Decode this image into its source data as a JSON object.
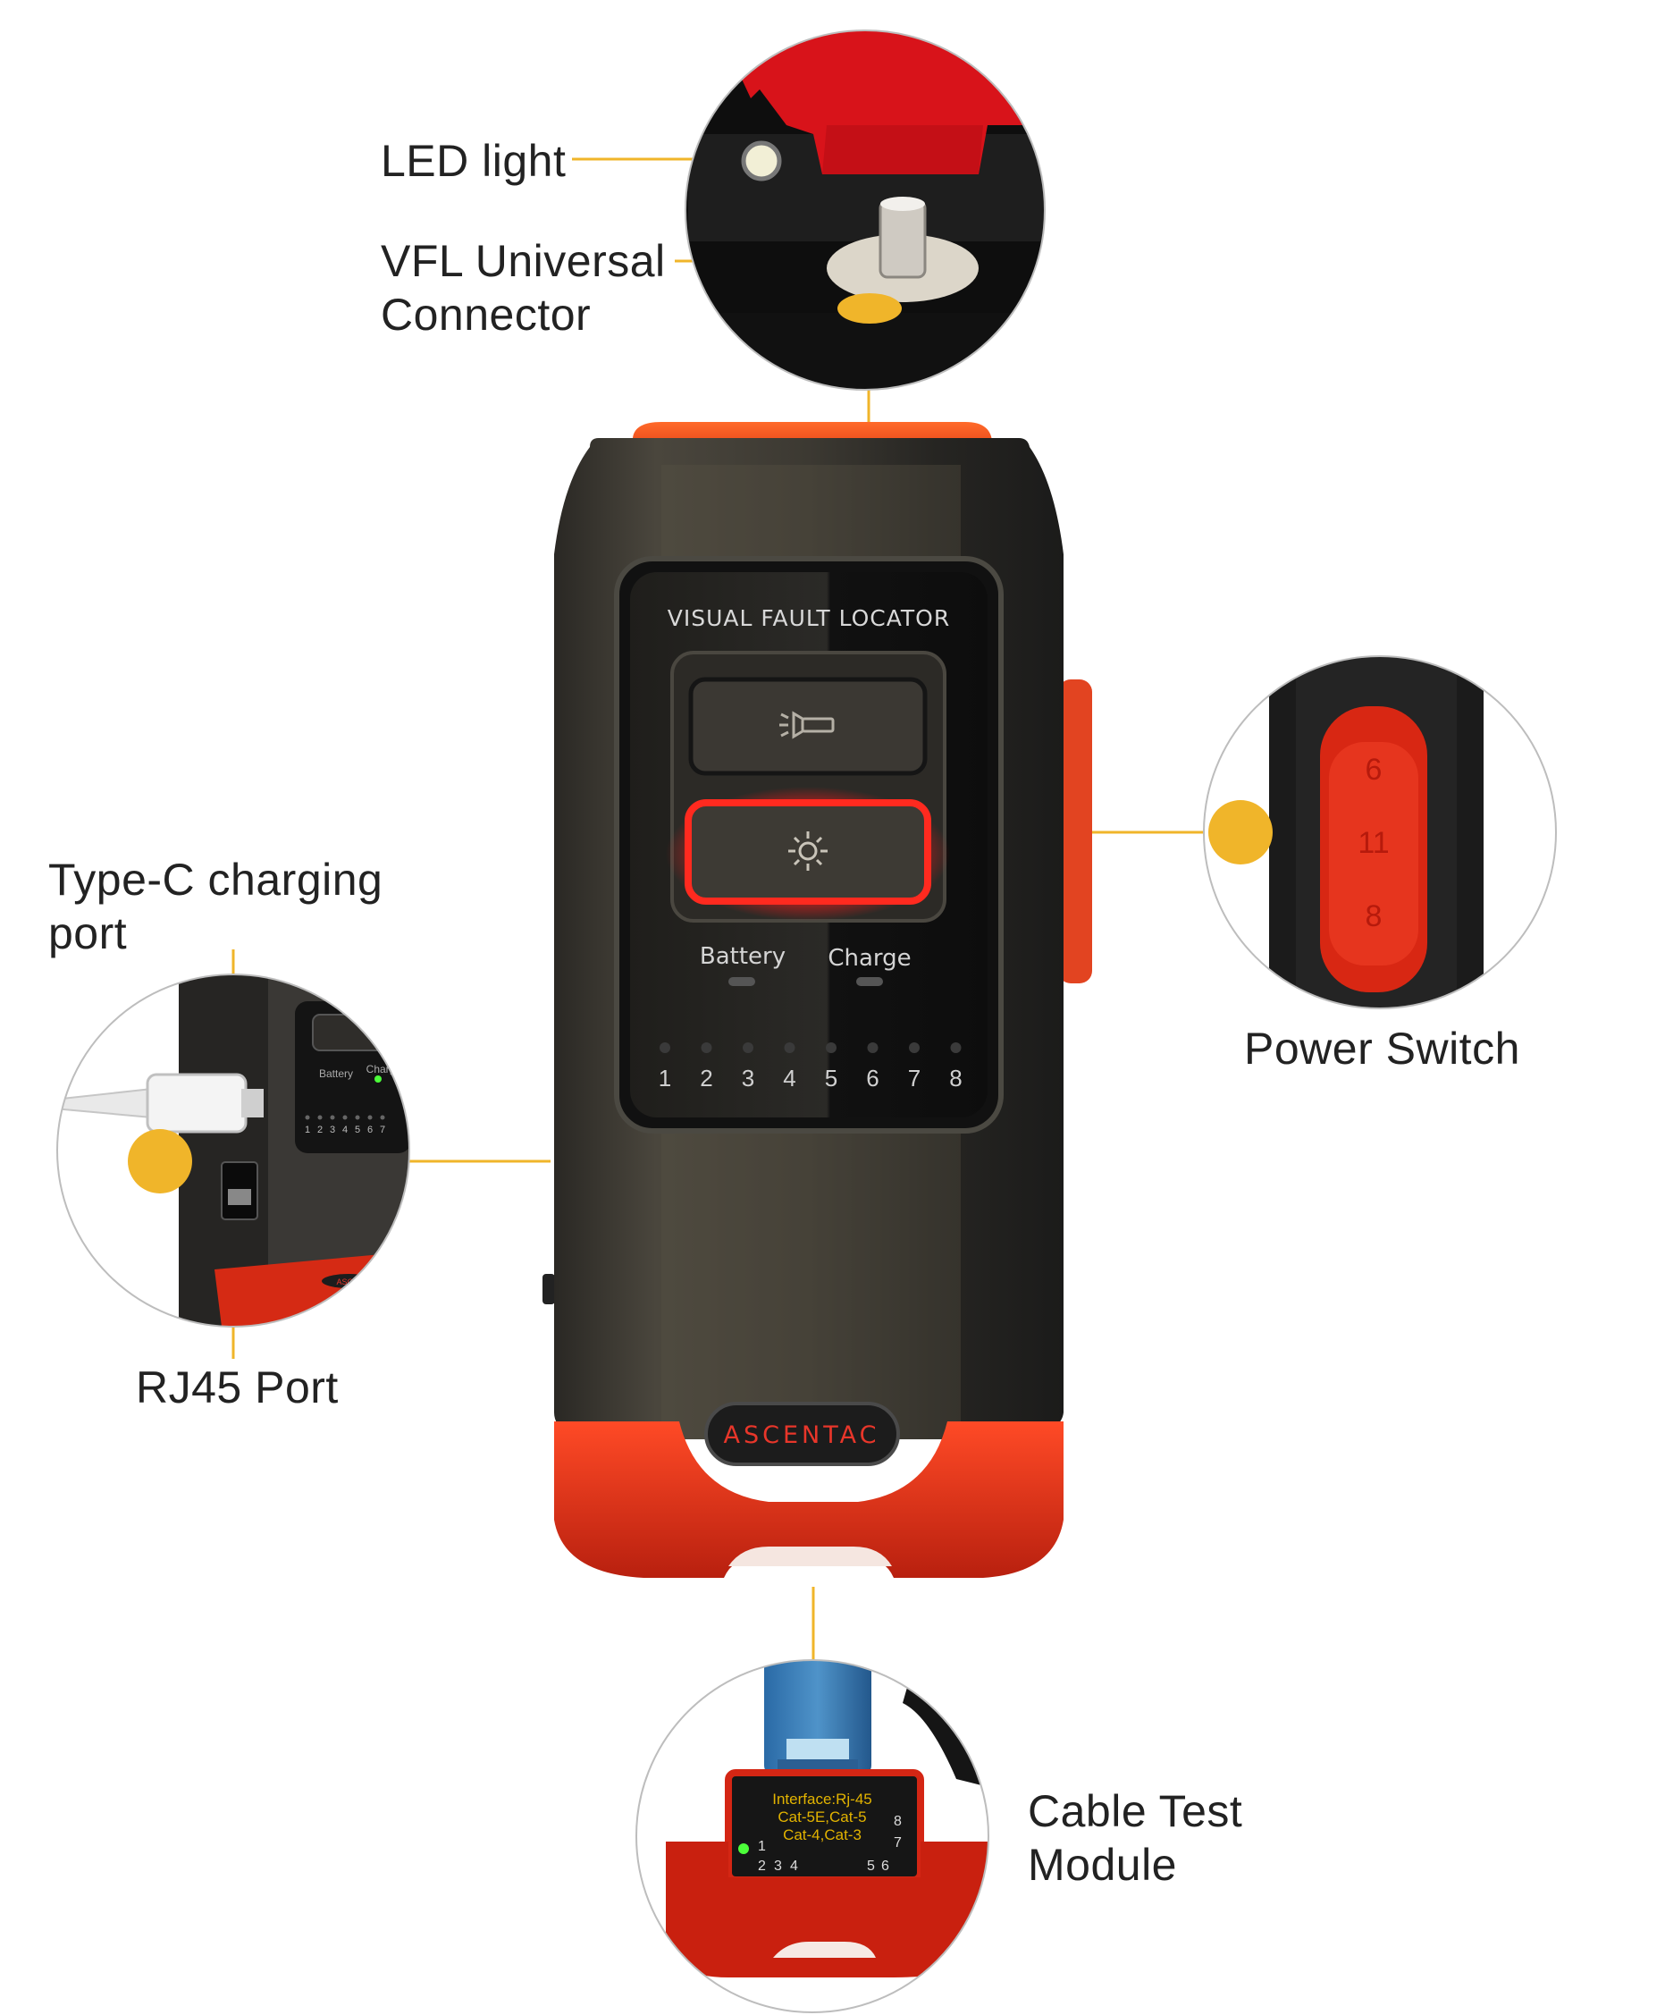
{
  "callouts": {
    "led_light": "LED light",
    "vfl_connector_line1": "VFL Universal",
    "vfl_connector_line2": "Connector",
    "type_c_line1": "Type-C charging",
    "type_c_line2": "port",
    "rj45": "RJ45 Port",
    "power_switch": "Power Switch",
    "cable_test_line1": "Cable Test",
    "cable_test_line2": "Module"
  },
  "device": {
    "panel_title": "VISUAL FAULT LOCATOR",
    "battery_label": "Battery",
    "charge_label": "Charge",
    "port_numbers": [
      "1",
      "2",
      "3",
      "4",
      "5",
      "6",
      "7",
      "8"
    ],
    "brand": "ASCENTAC"
  },
  "inset_typec": {
    "battery_label": "Battery",
    "charge_label": "Charg",
    "port_numbers": [
      "1",
      "2",
      "3",
      "4",
      "5",
      "6",
      "7"
    ],
    "brand": "ASCEN"
  },
  "inset_module": {
    "line1": "Interface:Rj-45",
    "line2": "Cat-5E,Cat-5",
    "line3": "Cat-4,Cat-3",
    "left_numbers": [
      "1",
      "2",
      "3",
      "4"
    ],
    "right_numbers": [
      "8",
      "7",
      "5",
      "6"
    ]
  },
  "switch_marks": [
    "6",
    "11",
    "8"
  ],
  "colors": {
    "accent_leader": "#f0b52a",
    "device_red": "#e0331a",
    "device_body": "#3e3b34",
    "glow_red": "#ff1a1a",
    "led_green": "#4cff3a"
  }
}
